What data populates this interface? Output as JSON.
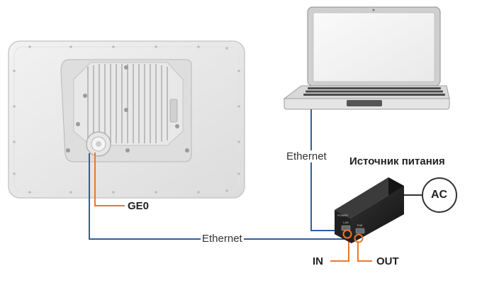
{
  "labels": {
    "ge0": "GE0",
    "ethernet_bottom": "Ethernet",
    "ethernet_vertical": "Ethernet",
    "power_supply": "Источник питания",
    "ac": "AC",
    "in": "IN",
    "out": "OUT",
    "poe_port_power": "POWER",
    "poe_port_lan": "LAN",
    "poe_port_poe": "PoE"
  },
  "colors": {
    "ethernet_cable": "#2f5f9e",
    "power_cable": "#e8782e",
    "ac_circle": "#333333",
    "antenna_body": "#e9e9e9",
    "adapter_body": "#1d1d1d"
  },
  "icons": {
    "antenna": "outdoor-antenna-icon",
    "laptop": "laptop-icon",
    "adapter": "poe-adapter-icon"
  }
}
